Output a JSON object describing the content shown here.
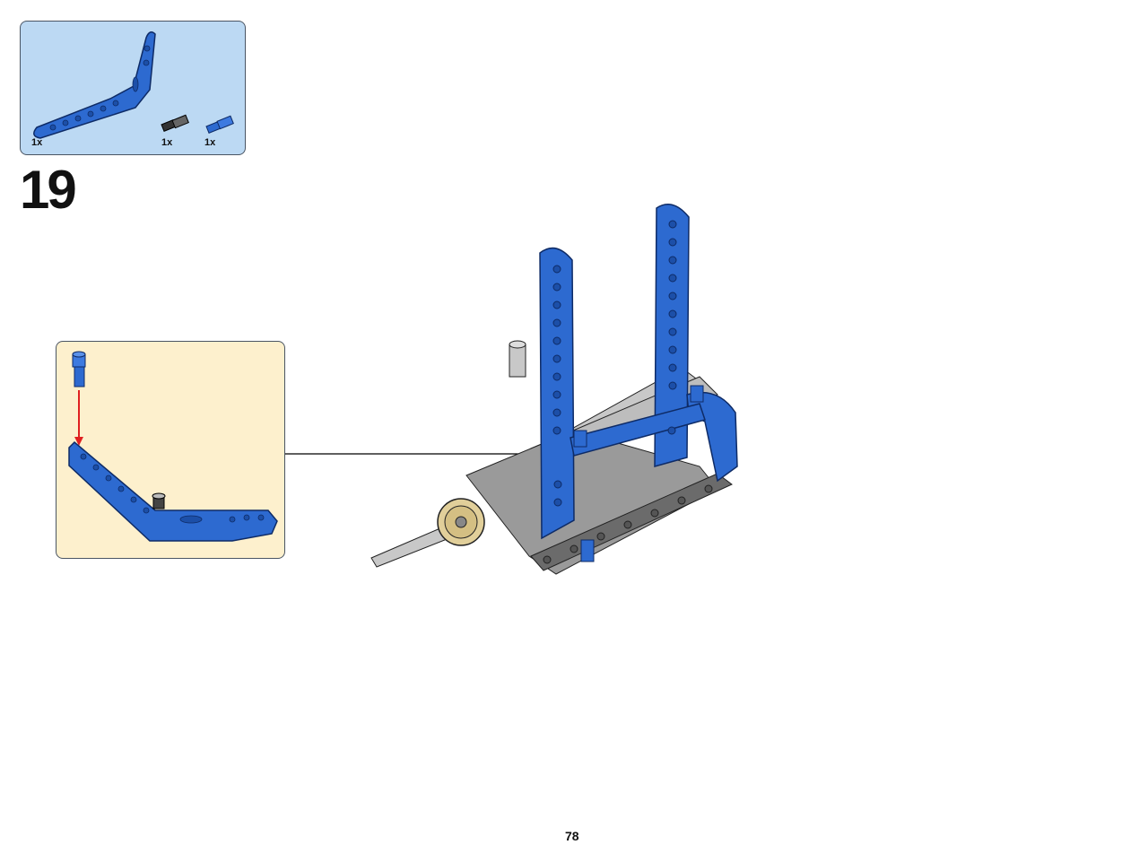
{
  "parts_list": {
    "items": [
      {
        "name": "blue-bent-liftarm",
        "quantity": "1x"
      },
      {
        "name": "black-axle-pin",
        "quantity": "1x"
      },
      {
        "name": "blue-axle-pin",
        "quantity": "1x"
      }
    ]
  },
  "step": {
    "number": "19"
  },
  "page": {
    "number": "78"
  },
  "colors": {
    "parts_bg": "#bcd9f3",
    "subassembly_bg": "#fdf0cd",
    "technic_blue": "#2d6ad0",
    "light_gray": "#c8c8c8",
    "dark_gray": "#6b6b6b",
    "tan": "#e1cf9a",
    "arrow_red": "#e02020"
  }
}
